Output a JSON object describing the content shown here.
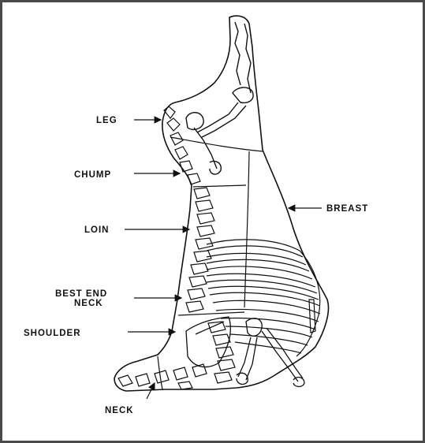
{
  "labels": {
    "leg": "LEG",
    "chump": "CHUMP",
    "loin": "LOIN",
    "best_end_line1": "BEST END",
    "best_end_line2": "NECK",
    "shoulder": "SHOULDER",
    "neck": "NECK",
    "breast": "BREAST"
  },
  "colors": {
    "ink": "#111111",
    "border": "#4a4a4a",
    "background": "#ffffff"
  }
}
